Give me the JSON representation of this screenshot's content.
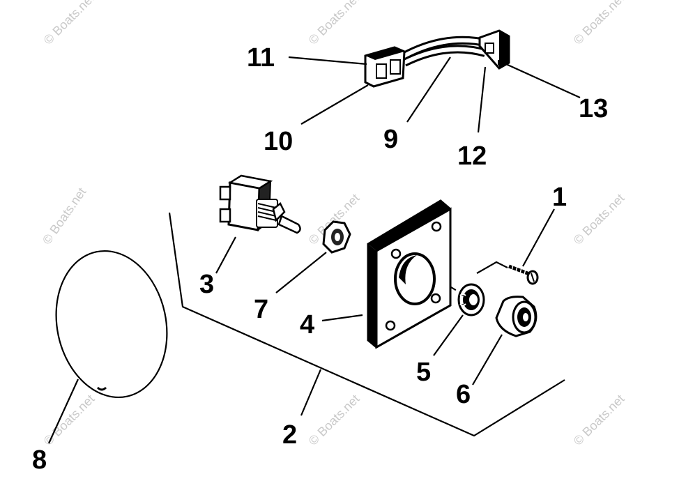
{
  "watermark": "© Boats.net",
  "parts": [
    {
      "id": "1",
      "label": "1",
      "name": "screw"
    },
    {
      "id": "2",
      "label": "2",
      "name": "panel"
    },
    {
      "id": "3",
      "label": "3",
      "name": "toggle-switch"
    },
    {
      "id": "4",
      "label": "4",
      "name": "mounting-plate"
    },
    {
      "id": "5",
      "label": "5",
      "name": "nut"
    },
    {
      "id": "6",
      "label": "6",
      "name": "knob-boot"
    },
    {
      "id": "7",
      "label": "7",
      "name": "hex-nut"
    },
    {
      "id": "8",
      "label": "8",
      "name": "retaining-ring"
    },
    {
      "id": "9",
      "label": "9",
      "name": "wire-harness"
    },
    {
      "id": "10",
      "label": "10",
      "name": "connector-housing"
    },
    {
      "id": "11",
      "label": "11",
      "name": "connector-terminal"
    },
    {
      "id": "12",
      "label": "12",
      "name": "connector-housing-small"
    },
    {
      "id": "13",
      "label": "13",
      "name": "connector-terminal-small"
    }
  ]
}
